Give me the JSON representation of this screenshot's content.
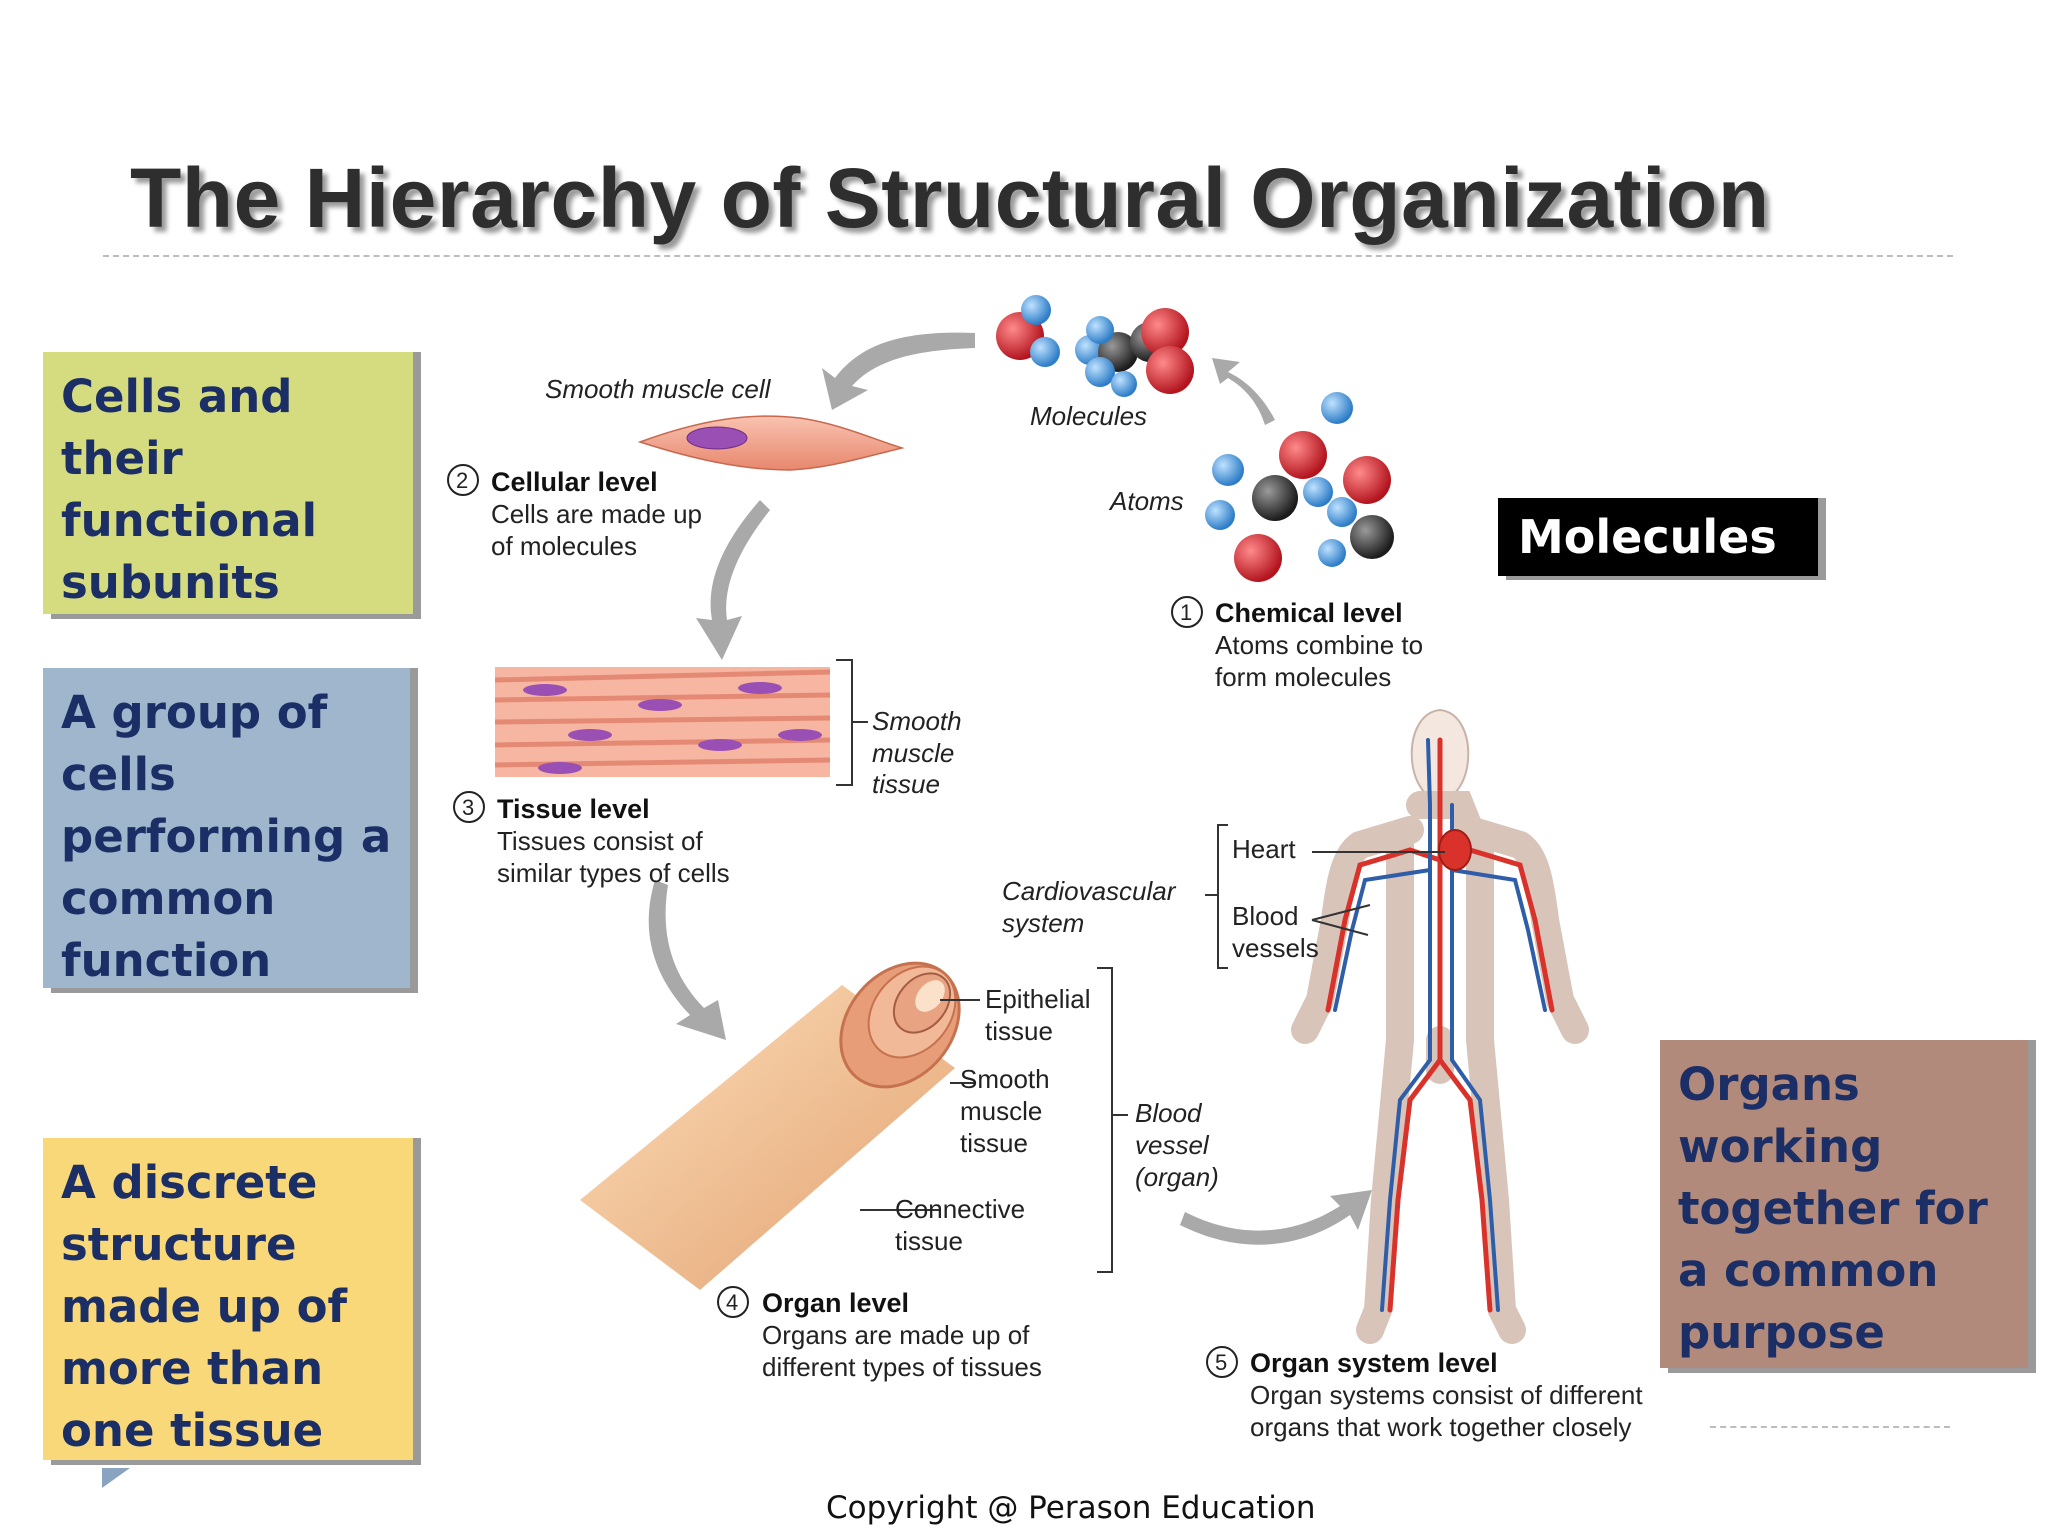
{
  "slide": {
    "title": "The Hierarchy of Structural Organization",
    "copyright": "Copyright @ Perason Education"
  },
  "callouts": {
    "cells": [
      "Cells and",
      "their",
      "functional",
      "subunits"
    ],
    "tissue": [
      "A group of",
      "cells",
      "performing a",
      "common",
      "function"
    ],
    "organ": [
      "A discrete",
      "structure",
      "made up of",
      "more than",
      "one tissue"
    ],
    "system": [
      "Organs",
      "working",
      "together for",
      "a common",
      "purpose"
    ],
    "molecules": "Molecules"
  },
  "diagram": {
    "chemical": {
      "number": "1",
      "title": "Chemical level",
      "desc": [
        "Atoms combine to",
        "form molecules"
      ],
      "atoms_label": "Atoms",
      "molecules_label": "Molecules"
    },
    "cellular": {
      "number": "2",
      "title": "Cellular level",
      "desc": [
        "Cells are made up",
        "of molecules"
      ],
      "cell_label": "Smooth muscle cell"
    },
    "tissue": {
      "number": "3",
      "title": "Tissue level",
      "desc": [
        "Tissues consist of",
        "similar types of cells"
      ],
      "tissue_label": [
        "Smooth",
        "muscle",
        "tissue"
      ]
    },
    "organ": {
      "number": "4",
      "title": "Organ level",
      "desc": [
        "Organs are made up of",
        "different types of tissues"
      ],
      "epithelial": [
        "Epithelial",
        "tissue"
      ],
      "smooth": [
        "Smooth",
        "muscle",
        "tissue"
      ],
      "connective": [
        "Connective",
        "tissue"
      ],
      "vessel": [
        "Blood",
        "vessel",
        "(organ)"
      ]
    },
    "system": {
      "number": "5",
      "title": "Organ system level",
      "desc": [
        "Organ systems consist of different",
        "organs that work together closely"
      ],
      "cardio": [
        "Cardiovascular",
        "system"
      ],
      "heart": "Heart",
      "vessels": [
        "Blood",
        "vessels"
      ]
    }
  },
  "colors": {
    "title": "#2e2e2e",
    "callout_text": "#1b2f66",
    "cells_box": "#d4dc7f",
    "tissue_box": "#9fb6cc",
    "organ_box": "#f9d879",
    "system_box": "#b18a7c",
    "atom_red": "#c8202a",
    "atom_blue": "#3d8fd6",
    "atom_black": "#333333",
    "artery": "#d8322a",
    "vein": "#2f5ea8"
  }
}
